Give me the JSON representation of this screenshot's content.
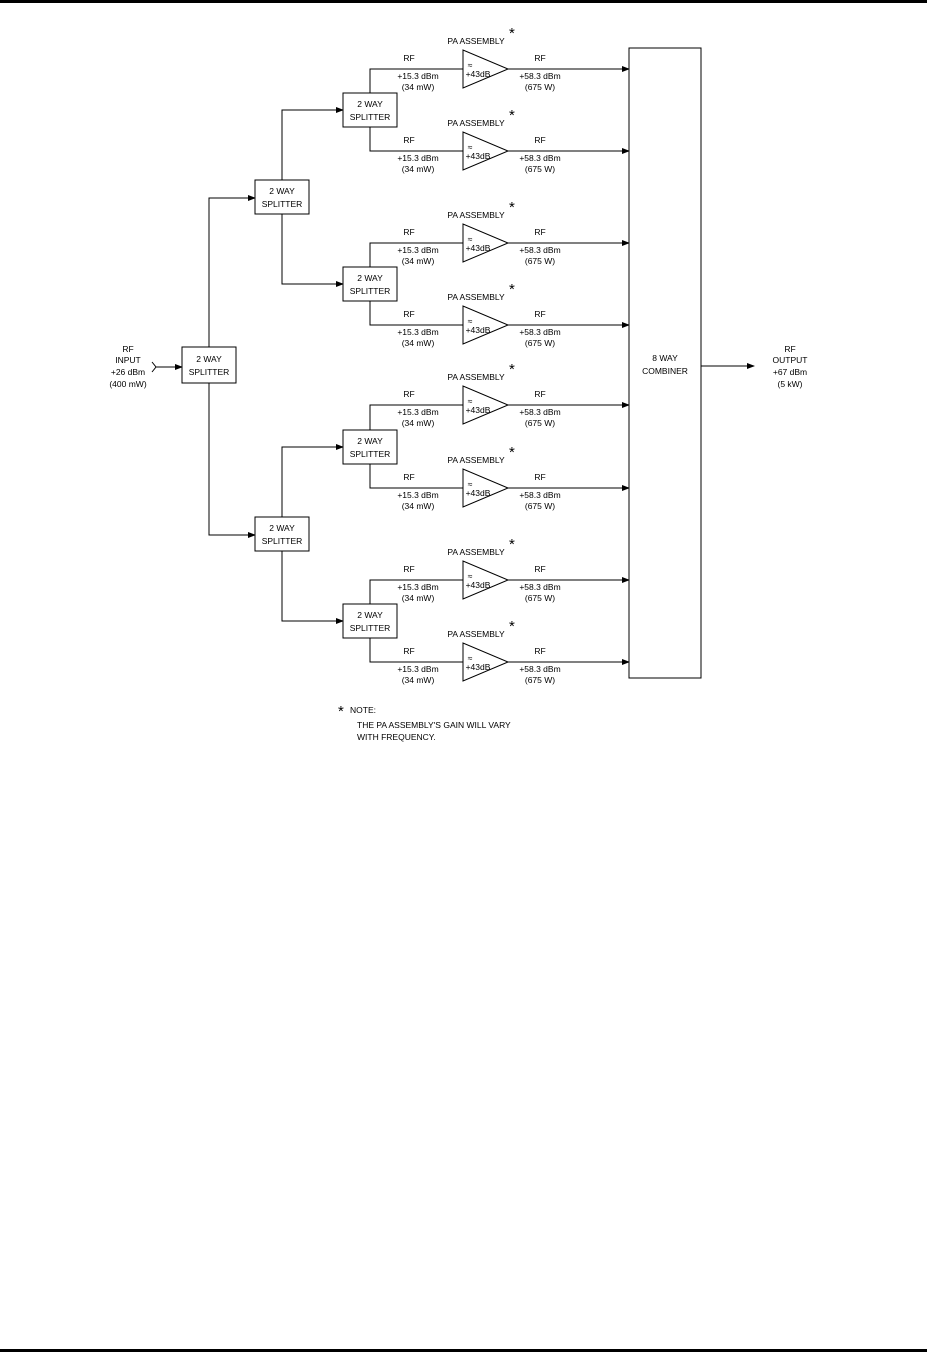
{
  "input": {
    "label": "RF",
    "sub": "INPUT",
    "power_dbm": "+26 dBm",
    "power_w": "(400 mW)"
  },
  "output": {
    "label": "RF",
    "sub": "OUTPUT",
    "power_dbm": "+67 dBm",
    "power_w": "(5 kW)"
  },
  "splitter": {
    "line1": "2 WAY",
    "line2": "SPLITTER"
  },
  "combiner": {
    "line1": "8 WAY",
    "line2": "COMBINER"
  },
  "pa": {
    "title": "PA ASSEMBLY",
    "asterisk": "*",
    "gain_prefix": "≈",
    "gain": "+43dB",
    "in_label": "RF",
    "in_dbm": "+15.3 dBm",
    "in_w": "(34 mW)",
    "out_label": "RF",
    "out_dbm": "+58.3 dBm",
    "out_w": "(675 W)"
  },
  "note": {
    "asterisk": "*",
    "label": "NOTE:",
    "line1": "THE PA ASSEMBLY'S GAIN WILL VARY",
    "line2": "WITH FREQUENCY."
  }
}
